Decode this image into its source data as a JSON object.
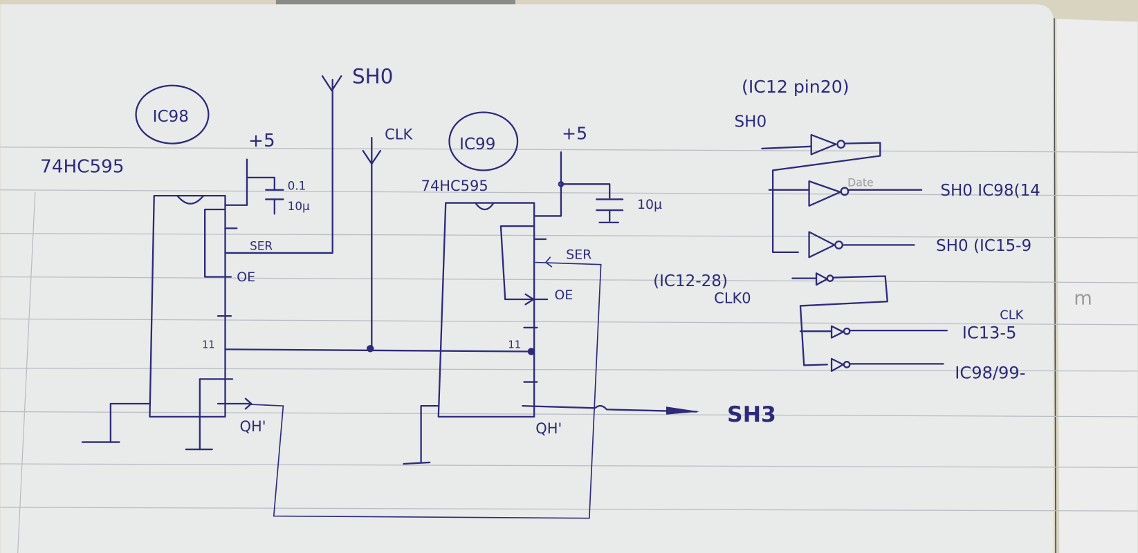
{
  "page": {
    "medium": "notebook page",
    "ink_color": "#2d2a7a",
    "paper_color": "#e9eaea",
    "background_color": "#d8d4c0",
    "printed_label": "Date",
    "margin_scribble": "m"
  },
  "ic98": {
    "id_label": "IC98",
    "part_number": "74HC595",
    "supply_label": "+5",
    "cap_label": "0.1",
    "cap_overwritten": "10µ",
    "pin_ser": "SER",
    "pin_oe": "OE",
    "pin_11": "11",
    "pin_qh": "QH'"
  },
  "ic99": {
    "id_label": "IC99",
    "part_number": "74HC595",
    "supply_label": "+5",
    "cap_label": "10µ",
    "pin_ser": "SER",
    "pin_oe": "OE",
    "pin_11": "11",
    "pin_qh": "QH'"
  },
  "signals": {
    "sh0_in": "SH0",
    "clk_in": "CLK",
    "sh3_out": "SH3"
  },
  "buffer_section": {
    "note_top": "(IC12 pin20)",
    "sh0_label": "SH0",
    "sh0_outputs": [
      {
        "label": "SH0 IC98(14"
      },
      {
        "label": "SH0 (IC15-9"
      }
    ],
    "clk_source": "(IC12-28)",
    "clk_source_name": "CLK0",
    "clk_header": "CLK",
    "clk_outputs": [
      {
        "label": "IC13-5"
      },
      {
        "label": "IC98/99-"
      }
    ]
  }
}
